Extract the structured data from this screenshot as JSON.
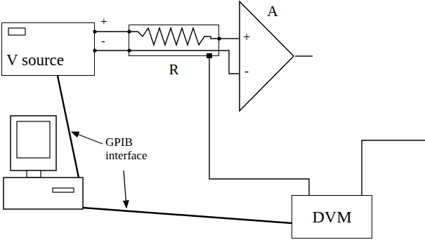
{
  "diagram": {
    "nodes": [
      {
        "text": [
          "V source"
        ]
      },
      {
        "text": [
          "R"
        ]
      },
      {
        "text": [
          "A",
          "+",
          "-"
        ]
      },
      {
        "text": [
          "DVM"
        ]
      }
    ],
    "edges": [
      {
        "from": 0,
        "to": 1,
        "arrow": "none"
      },
      {
        "from": 0,
        "to": 1,
        "arrow": "none"
      },
      {
        "from": 1,
        "to": 2,
        "arrow": "none"
      },
      {
        "from": 1,
        "to": 2,
        "arrow": "none"
      },
      {
        "from": 1,
        "to": 3,
        "arrow": "none"
      }
    ],
    "labels": [
      "+",
      "-",
      "GPIB interface"
    ]
  }
}
